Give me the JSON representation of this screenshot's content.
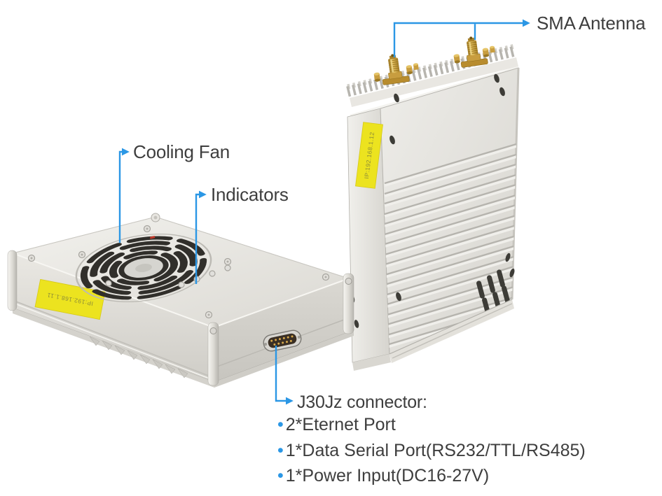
{
  "figure": {
    "kind": "product-callout-diagram",
    "background": "#ffffff",
    "accent_blue": "#2b97e5",
    "text_color": "#3e3e3e",
    "sticker_yellow": "#ece31f"
  },
  "callouts": {
    "sma_antenna": "SMA Antenna",
    "cooling_fan": "Cooling Fan",
    "indicators": "Indicators",
    "connector_title": "J30Jz connector:",
    "bullet_char": "•",
    "connector_items": [
      "2*Eternet Port",
      "1*Data Serial Port(RS232/TTL/RS485)",
      "1*Power Input(DC16-27V)"
    ]
  },
  "devices": {
    "left_unit": {
      "sticker_text": "IP:192.168.1.11",
      "sticker_orientation": "upside-down"
    },
    "right_unit": {
      "sticker_text": "IP:192.168.1.12",
      "sticker_orientation": "vertical"
    }
  }
}
